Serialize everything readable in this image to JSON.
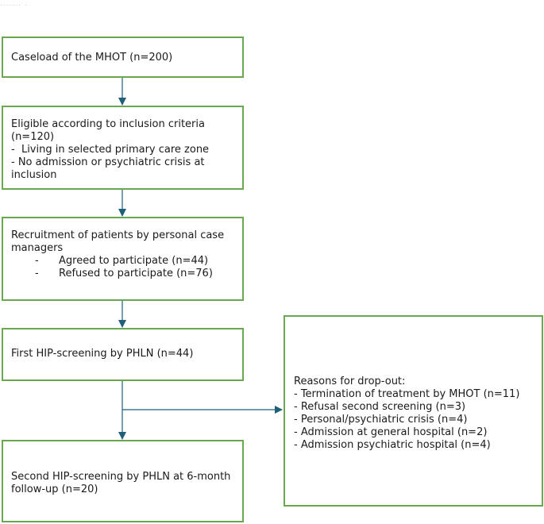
{
  "header_fragment": "....... .",
  "boxes": {
    "caseload": {
      "lines": [
        "Caseload of the MHOT (n=200)"
      ]
    },
    "eligible": {
      "lines": [
        "Eligible according to inclusion criteria",
        "(n=120)",
        "-  Living in selected primary care zone",
        "- No admission or psychiatric crisis at",
        "inclusion"
      ]
    },
    "recruitment": {
      "lines": [
        "Recruitment of patients by personal case",
        "managers"
      ],
      "bullets": [
        {
          "dash": "-",
          "text": "Agreed to participate (n=44)"
        },
        {
          "dash": "-",
          "text": "Refused to participate (n=76)"
        }
      ]
    },
    "first_screening": {
      "lines": [
        "First HIP-screening by PHLN (n=44)"
      ]
    },
    "second_screening": {
      "lines": [
        "Second HIP-screening by PHLN at 6-month",
        "follow-up (n=20)"
      ]
    },
    "dropout": {
      "lines": [
        "Reasons for drop-out:",
        "- Termination of treatment by MHOT (n=11)",
        "- Refusal second screening (n=3)",
        "- Personal/psychiatric crisis (n=4)",
        "- Admission at general hospital (n=2)",
        "- Admission psychiatric hospital (n=4)"
      ]
    }
  },
  "colors": {
    "box_border": "#6aa84f",
    "arrow": "#1f5f7a"
  }
}
